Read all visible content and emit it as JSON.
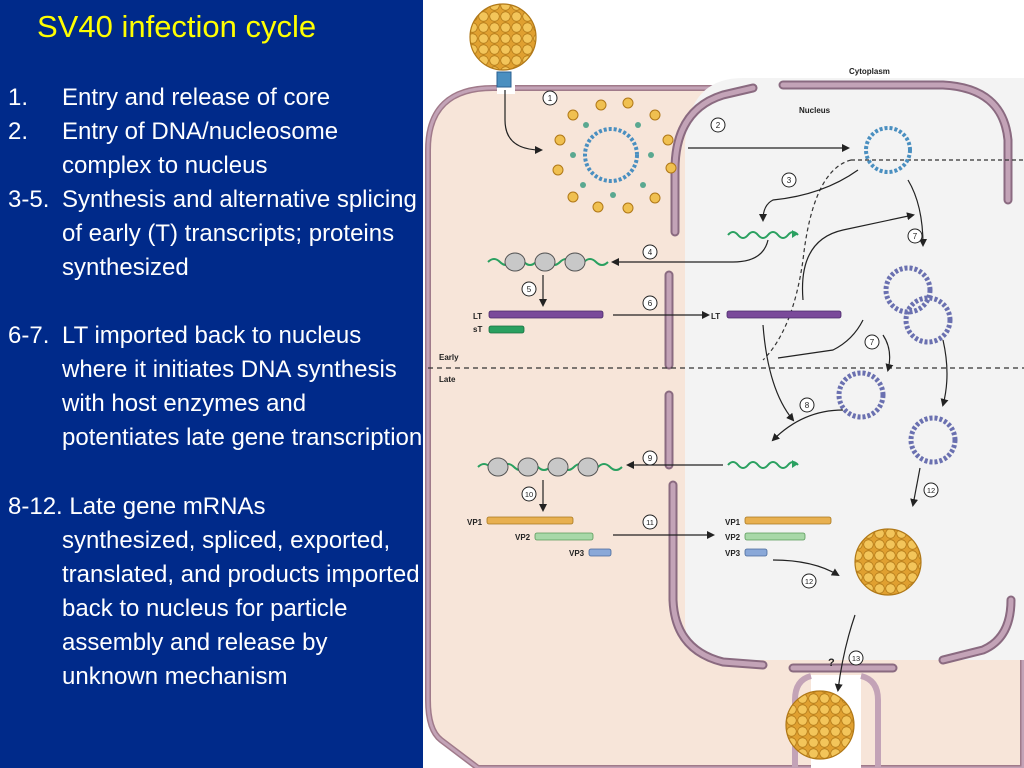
{
  "title": "SV40 infection cycle",
  "steps": [
    {
      "num": "1.",
      "text": "Entry and release of core"
    },
    {
      "num": "2.",
      "text": "Entry of DNA/nucleosome complex to nucleus"
    },
    {
      "num": "3-5.",
      "text": "Synthesis and alternative splicing of early (T) transcripts; proteins synthesized"
    },
    {
      "num": "6-7.",
      "text": "LT imported back to nucleus where it initiates DNA synthesis with host enzymes and potentiates late gene transcription"
    },
    {
      "num": "8-12.",
      "text": "Late gene mRNAs",
      "continuation": "synthesized, spliced, exported, translated, and products imported back to nucleus for particle assembly and release by unknown mechanism"
    }
  ],
  "diagram": {
    "cytoplasm_label": "Cytoplasm",
    "nucleus_label": "Nucleus",
    "early_label": "Early",
    "late_label": "Late",
    "question_mark": "?",
    "proteins": {
      "lt": "LT",
      "st": "sT",
      "vp1": "VP1",
      "vp2": "VP2",
      "vp3": "VP3"
    },
    "step_markers": [
      "1",
      "2",
      "3",
      "4",
      "5",
      "6",
      "7",
      "7",
      "8",
      "9",
      "10",
      "11",
      "12",
      "12",
      "13"
    ],
    "colors": {
      "background_panel": "#002a8a",
      "title": "#ffff00",
      "body_text": "#ffffff",
      "cell": "#f7e5d9",
      "nucleus": "#f3f3f3",
      "membrane": "#c3a3b7",
      "virion": "#f0c050",
      "lt_protein": "#7a4a9a",
      "st_protein": "#2aa060",
      "vp1_protein": "#e8b050",
      "vp2_protein": "#a8d8a8",
      "vp3_protein": "#8aa8d8",
      "dna": "#4a8fc0",
      "mrna": "#2aa060"
    }
  }
}
